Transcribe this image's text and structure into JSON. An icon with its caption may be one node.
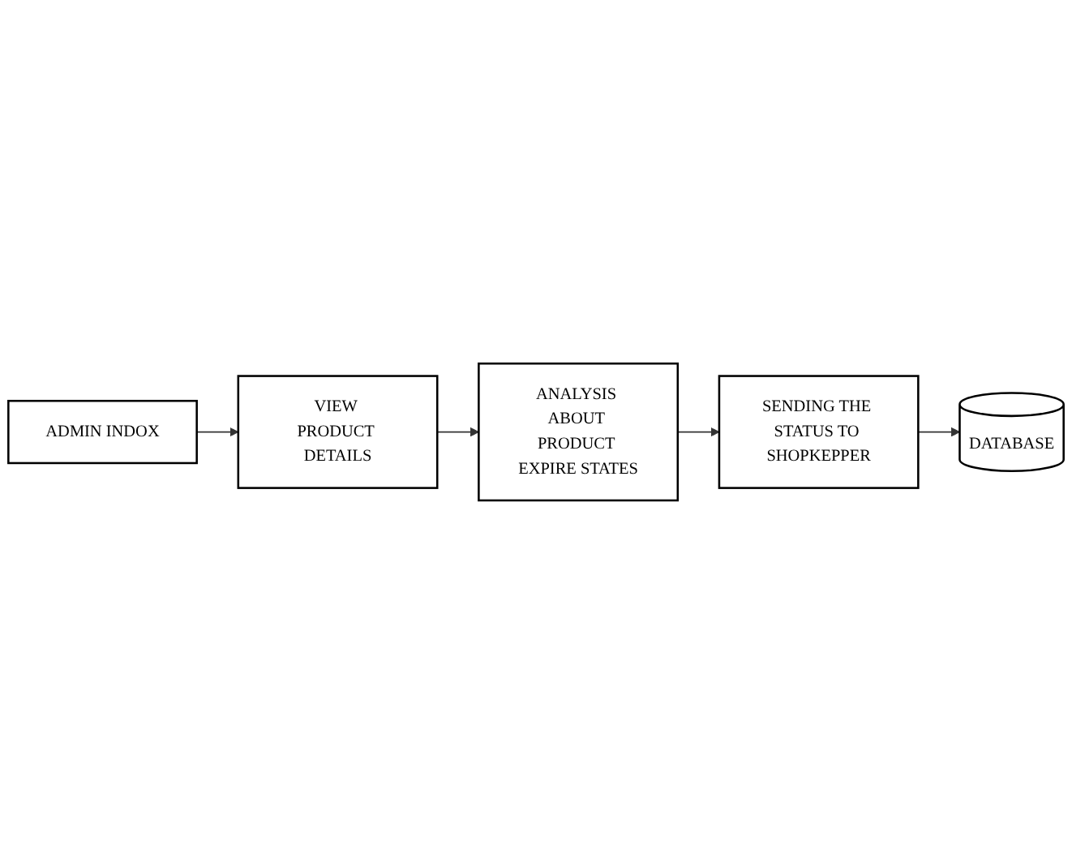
{
  "diagram": {
    "nodes": [
      {
        "text": [
          "ADMIN INDOX"
        ]
      },
      {
        "text": [
          "VIEW PRODUCT DETAILS"
        ]
      },
      {
        "text": [
          "ANALYSIS ABOUT PRODUCT EXPIRE STATES"
        ]
      },
      {
        "text": [
          "SENDING THE STATUS TO SHOPKEPPER"
        ]
      },
      {
        "text": [
          "DATABASE"
        ]
      }
    ],
    "edges": [
      {
        "from": 0,
        "to": 1,
        "arrow": "to"
      },
      {
        "from": 1,
        "to": 2,
        "arrow": "to"
      },
      {
        "from": 2,
        "to": 3,
        "arrow": "to"
      },
      {
        "from": 3,
        "to": 4,
        "arrow": "to"
      }
    ]
  }
}
